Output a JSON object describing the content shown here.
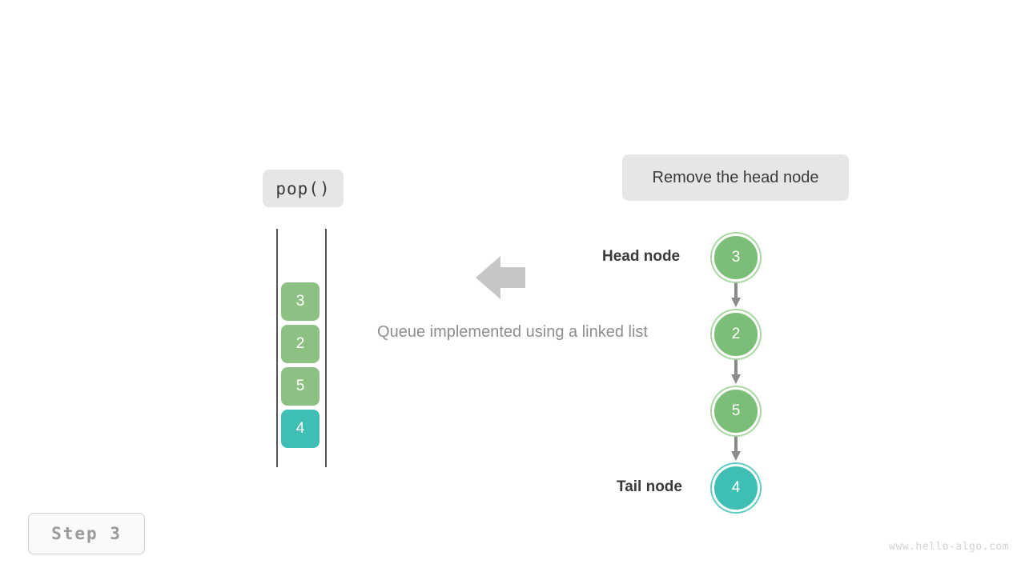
{
  "diagram": {
    "caption": "Queue implemented using a linked list",
    "operation_badge": "pop()",
    "action_badge": "Remove the head node",
    "step_badge": "Step  3",
    "watermark": "www.hello-algo.com",
    "labels": {
      "head": "Head node",
      "tail": "Tail node"
    },
    "colors": {
      "green_fill": "#8cc183",
      "green_node": "#7cbd77",
      "green_ring": "#a9d6a2",
      "teal_fill": "#3fbfb4",
      "teal_ring": "#5fcdc3",
      "badge_bg": "#e6e6e6",
      "arrow_gray": "#c6c6c6",
      "connector_gray": "#8a8a8a",
      "rail_gray": "#555555",
      "caption_gray": "#8e8e8e",
      "label_dark": "#3a3a3a",
      "watermark_gray": "#d2d2d2"
    },
    "stack_cells": [
      {
        "value": "3",
        "color": "green"
      },
      {
        "value": "2",
        "color": "green"
      },
      {
        "value": "5",
        "color": "green"
      },
      {
        "value": "4",
        "color": "teal"
      }
    ],
    "list_nodes": [
      {
        "value": "3",
        "color": "green",
        "role": "head"
      },
      {
        "value": "2",
        "color": "green",
        "role": "middle"
      },
      {
        "value": "5",
        "color": "green",
        "role": "middle"
      },
      {
        "value": "4",
        "color": "teal",
        "role": "tail"
      }
    ]
  }
}
